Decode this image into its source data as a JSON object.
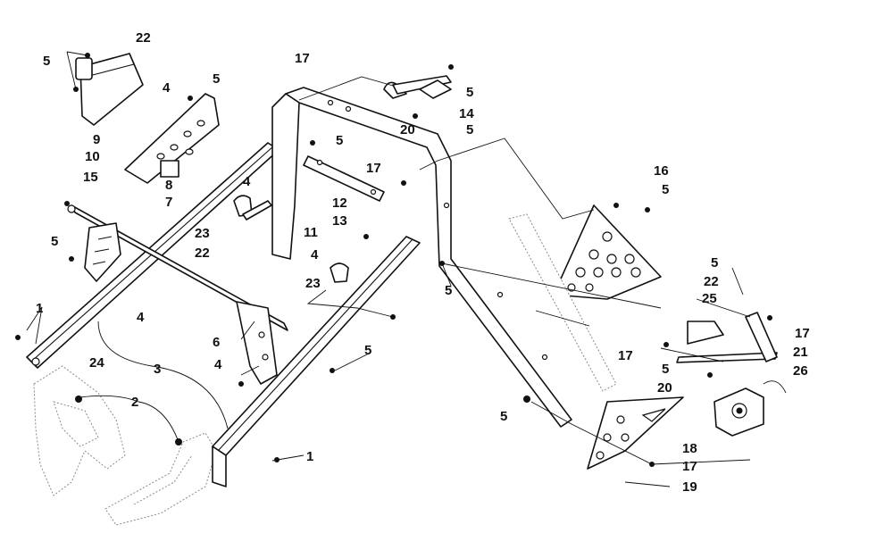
{
  "diagram": {
    "callouts": [
      {
        "id": "c1a",
        "text": "1"
      },
      {
        "id": "c1b",
        "text": "1"
      },
      {
        "id": "c2",
        "text": "2"
      },
      {
        "id": "c3",
        "text": "3"
      },
      {
        "id": "c4a",
        "text": "4"
      },
      {
        "id": "c4b",
        "text": "4"
      },
      {
        "id": "c4c",
        "text": "4"
      },
      {
        "id": "c4d",
        "text": "4"
      },
      {
        "id": "c4e",
        "text": "4"
      },
      {
        "id": "c5a",
        "text": "5"
      },
      {
        "id": "c5b",
        "text": "5"
      },
      {
        "id": "c5c",
        "text": "5"
      },
      {
        "id": "c5d",
        "text": "5"
      },
      {
        "id": "c5e",
        "text": "5"
      },
      {
        "id": "c5f",
        "text": "5"
      },
      {
        "id": "c5g",
        "text": "5"
      },
      {
        "id": "c5h",
        "text": "5"
      },
      {
        "id": "c5i",
        "text": "5"
      },
      {
        "id": "c5j",
        "text": "5"
      },
      {
        "id": "c5k",
        "text": "5"
      },
      {
        "id": "c5l",
        "text": "5"
      },
      {
        "id": "c6",
        "text": "6"
      },
      {
        "id": "c7",
        "text": "7"
      },
      {
        "id": "c8",
        "text": "8"
      },
      {
        "id": "c9",
        "text": "9"
      },
      {
        "id": "c10",
        "text": "10"
      },
      {
        "id": "c11",
        "text": "11"
      },
      {
        "id": "c12",
        "text": "12"
      },
      {
        "id": "c13",
        "text": "13"
      },
      {
        "id": "c14",
        "text": "14"
      },
      {
        "id": "c15",
        "text": "15"
      },
      {
        "id": "c16",
        "text": "16"
      },
      {
        "id": "c17a",
        "text": "17"
      },
      {
        "id": "c17b",
        "text": "17"
      },
      {
        "id": "c17c",
        "text": "17"
      },
      {
        "id": "c17d",
        "text": "17"
      },
      {
        "id": "c17e",
        "text": "17"
      },
      {
        "id": "c18",
        "text": "18"
      },
      {
        "id": "c19",
        "text": "19"
      },
      {
        "id": "c20a",
        "text": "20"
      },
      {
        "id": "c20b",
        "text": "20"
      },
      {
        "id": "c21",
        "text": "21"
      },
      {
        "id": "c22a",
        "text": "22"
      },
      {
        "id": "c22b",
        "text": "22"
      },
      {
        "id": "c22c",
        "text": "22"
      },
      {
        "id": "c23a",
        "text": "23"
      },
      {
        "id": "c23b",
        "text": "23"
      },
      {
        "id": "c24",
        "text": "24"
      },
      {
        "id": "c25",
        "text": "25"
      },
      {
        "id": "c26",
        "text": "26"
      }
    ]
  }
}
